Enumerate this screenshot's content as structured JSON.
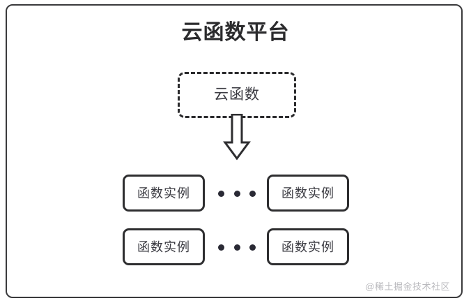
{
  "diagram": {
    "title": "云函数平台",
    "cloud_function": {
      "label": "云函数",
      "border_style": "dashed"
    },
    "arrow": {
      "name": "down-block-arrow",
      "direction": "down"
    },
    "ellipsis_glyph": "...",
    "rows": [
      {
        "left": {
          "label": "函数实例"
        },
        "separator": "...",
        "right": {
          "label": "函数实例"
        }
      },
      {
        "left": {
          "label": "函数实例"
        },
        "separator": "...",
        "right": {
          "label": "函数实例"
        }
      }
    ],
    "watermark": "@稀土掘金技术社区",
    "colors": {
      "frame": "#3a3a3c",
      "node_border": "#2e2e30",
      "text": "#3b3b42",
      "title": "#2b2b2d",
      "watermark": "#b9b9bd",
      "background": "#ffffff"
    }
  }
}
